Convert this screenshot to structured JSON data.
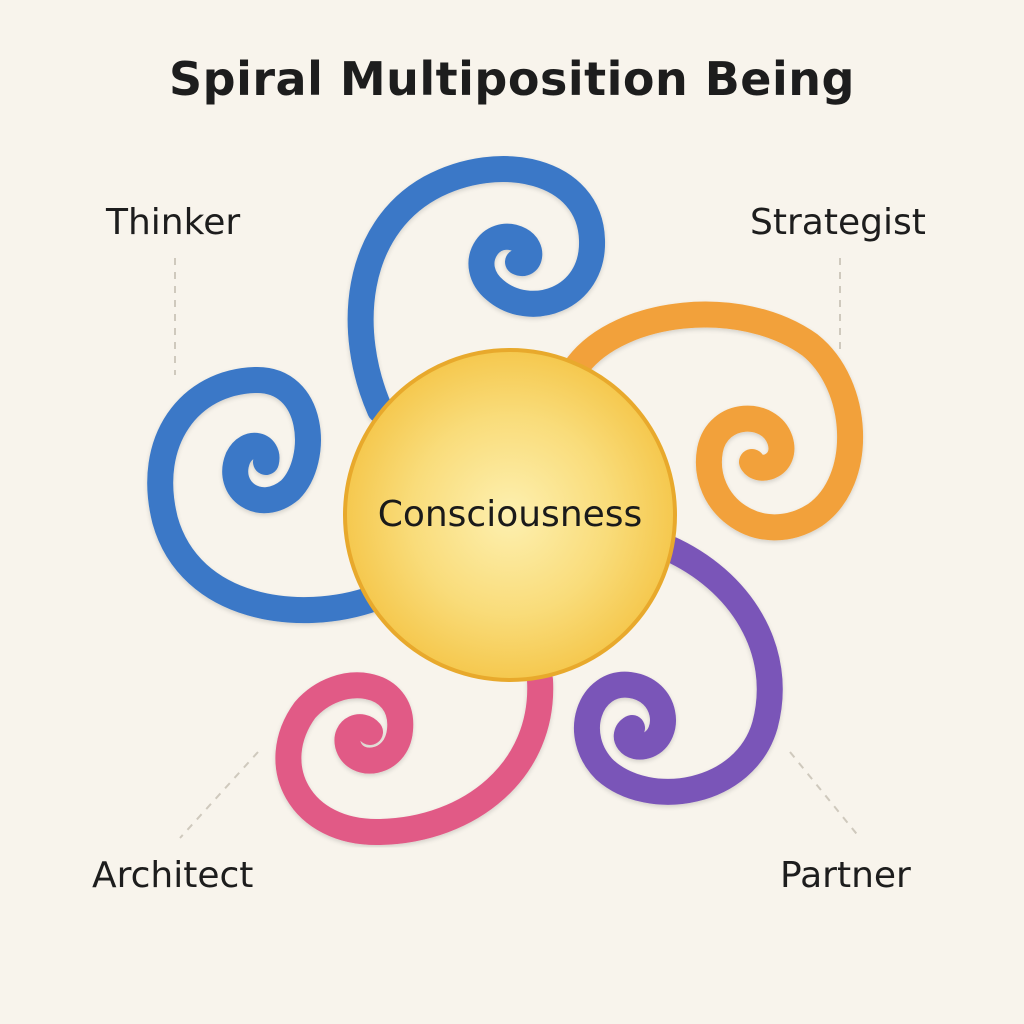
{
  "title": "Spiral Multiposition Being",
  "center": {
    "label": "Consciousness",
    "color": "#f7d066",
    "stroke": "#e8a92c"
  },
  "positions": [
    {
      "id": "thinker",
      "label": "Thinker",
      "color": "#3a78c7"
    },
    {
      "id": "strategist",
      "label": "Strategist",
      "color": "#f2a13a"
    },
    {
      "id": "architect",
      "label": "Architect",
      "color": "#e15a86"
    },
    {
      "id": "partner",
      "label": "Partner",
      "color": "#7a55b8"
    }
  ]
}
